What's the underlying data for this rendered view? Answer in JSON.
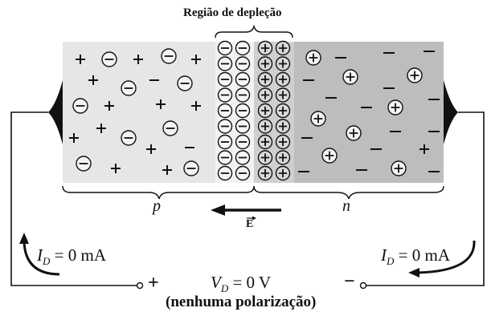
{
  "title": "Região de depleção",
  "regions": {
    "p_label": "p",
    "n_label": "n"
  },
  "field_label": "E",
  "current_left": {
    "symbol": "I",
    "subscript": "D",
    "value": "= 0 mA"
  },
  "current_right": {
    "symbol": "I",
    "subscript": "D",
    "value": "= 0 mA"
  },
  "voltage": {
    "symbol": "V",
    "subscript": "D",
    "value": "= 0 V"
  },
  "bias_note": "(nenhuma polarização)",
  "terminal_plus": "+",
  "terminal_minus": "−",
  "colors": {
    "p_region": "#e6e6e6",
    "depletion_p": "#f2f2f2",
    "depletion_n": "#cfcfcf",
    "n_region": "#bdbdbd",
    "ink": "#111111"
  }
}
